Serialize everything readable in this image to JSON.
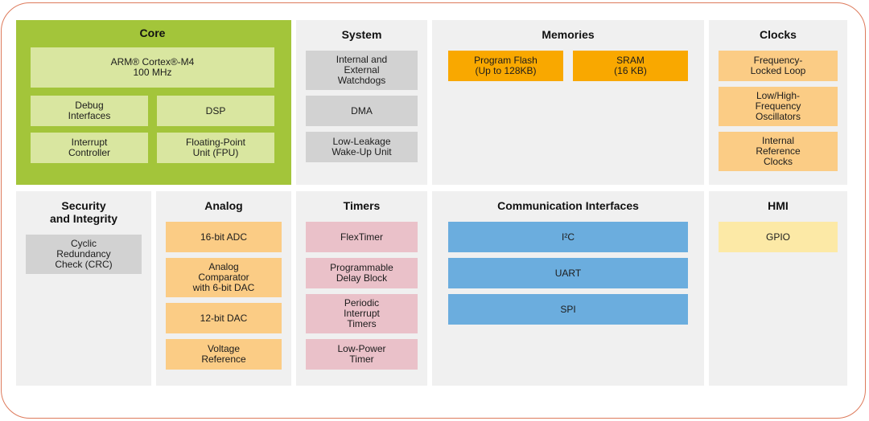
{
  "colors": {
    "border": "#dd7a5b",
    "panel_bg": "#f0f0f0",
    "core_bg": "#a3c53a",
    "core_block": "#d9e6a0",
    "gray_block": "#d2d2d2",
    "orange_block": "#f9a800",
    "light_orange_block": "#fbcc85",
    "pink_block": "#eac1c9",
    "blue_block": "#6badde",
    "yellow_block": "#fce9a6"
  },
  "sections": {
    "core": {
      "title": "Core",
      "blocks": {
        "cpu": "ARM® Cortex®-M4\n100 MHz",
        "debug": "Debug\nInterfaces",
        "dsp": "DSP",
        "interrupt": "Interrupt\nController",
        "fpu": "Floating-Point\nUnit (FPU)"
      }
    },
    "system": {
      "title": "System",
      "blocks": [
        "Internal and\nExternal\nWatchdogs",
        "DMA",
        "Low-Leakage\nWake-Up Unit"
      ]
    },
    "memories": {
      "title": "Memories",
      "blocks": [
        "Program Flash\n(Up to 128KB)",
        "SRAM\n(16 KB)"
      ]
    },
    "clocks": {
      "title": "Clocks",
      "blocks": [
        "Frequency-\nLocked Loop",
        "Low/High-\nFrequency\nOscillators",
        "Internal\nReference\nClocks"
      ]
    },
    "security": {
      "title": "Security\nand Integrity",
      "blocks": [
        "Cyclic\nRedundancy\nCheck (CRC)"
      ]
    },
    "analog": {
      "title": "Analog",
      "blocks": [
        "16-bit ADC",
        "Analog\nComparator\nwith 6-bit DAC",
        "12-bit DAC",
        "Voltage\nReference"
      ]
    },
    "timers": {
      "title": "Timers",
      "blocks": [
        "FlexTimer",
        "Programmable\nDelay Block",
        "Periodic\nInterrupt\nTimers",
        "Low-Power\nTimer"
      ]
    },
    "comm": {
      "title": "Communication Interfaces",
      "blocks": [
        "I²C",
        "UART",
        "SPI"
      ]
    },
    "hmi": {
      "title": "HMI",
      "blocks": [
        "GPIO"
      ]
    }
  }
}
